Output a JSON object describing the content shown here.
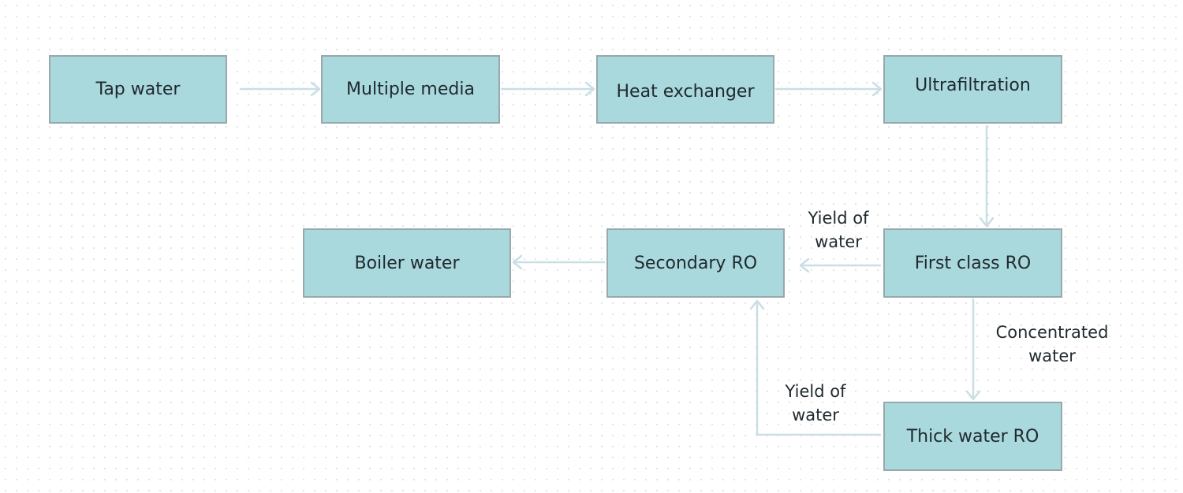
{
  "nodes": {
    "tap_water": "Tap water",
    "multiple_media": "Multiple media",
    "heat_exchanger": "Heat exchanger",
    "ultrafiltration": "Ultrafiltration",
    "first_class_ro": "First class RO",
    "secondary_ro": "Secondary RO",
    "boiler_water": "Boiler water",
    "thick_water_ro": "Thick water RO"
  },
  "edge_labels": {
    "first_to_secondary": [
      "Yield of",
      "water"
    ],
    "first_to_thick": [
      "Concentrated",
      "water"
    ],
    "thick_to_secondary": [
      "Yield of",
      "water"
    ]
  },
  "colors": {
    "node_fill": "#a9d8dd",
    "node_border": "#98a8ac",
    "arrow": "#c9dfe3"
  }
}
